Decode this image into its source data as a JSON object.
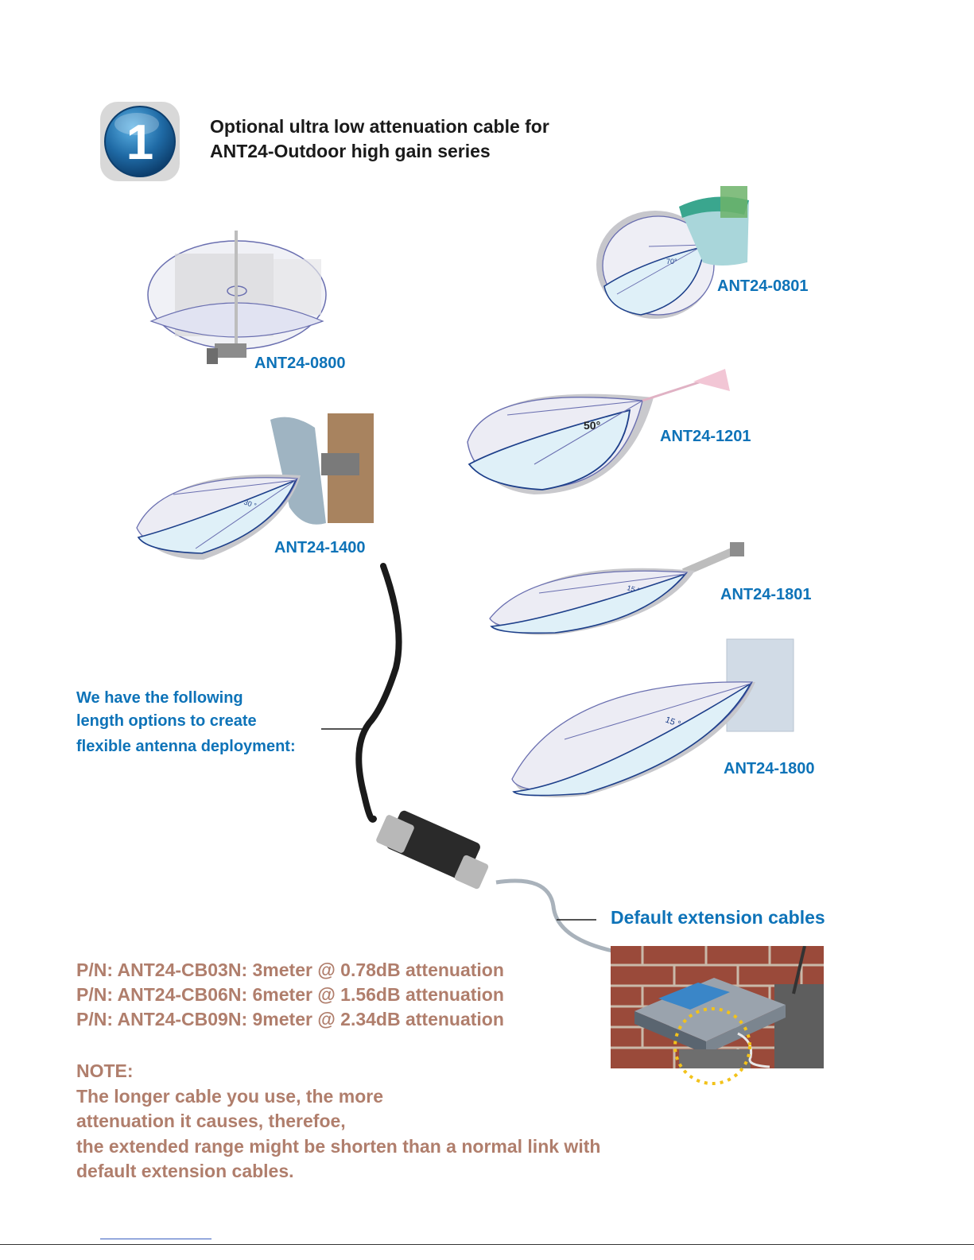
{
  "step": {
    "number": "1"
  },
  "title": {
    "line1": "Optional ultra low attenuation cable for",
    "line2": "ANT24-Outdoor high gain series"
  },
  "antennas": {
    "a0800": {
      "label": "ANT24-0800"
    },
    "a0801": {
      "label": "ANT24-0801",
      "beam_angle": "70°"
    },
    "a1201": {
      "label": "ANT24-1201",
      "beam_angle": "50°"
    },
    "a1400": {
      "label": "ANT24-1400",
      "beam_angle": "30 °"
    },
    "a1801": {
      "label": "ANT24-1801",
      "beam_angle": "15 °"
    },
    "a1800": {
      "label": "ANT24-1800",
      "beam_angle": "15 °"
    }
  },
  "options_text": {
    "line1": "We have the following",
    "line2": "length options to create",
    "line3": "flexible antenna deployment:"
  },
  "default_cables_label": "Default extension cables",
  "part_numbers": [
    "P/N: ANT24-CB03N: 3meter @ 0.78dB attenuation",
    "P/N: ANT24-CB06N: 6meter @ 1.56dB attenuation",
    "P/N: ANT24-CB09N: 9meter @ 2.34dB attenuation"
  ],
  "note": {
    "heading": "NOTE:",
    "lines": [
      "The longer cable  you use, the more",
      "attenuation it causes, therefoe,",
      "the extended range might be shorten than a normal link with",
      "default extension cables."
    ]
  },
  "colors": {
    "label_blue": "#0e73b8",
    "note_brown": "#b07e6c",
    "badge_blue": "#1e6fa8",
    "highlight_yellow": "#f2c21b"
  }
}
